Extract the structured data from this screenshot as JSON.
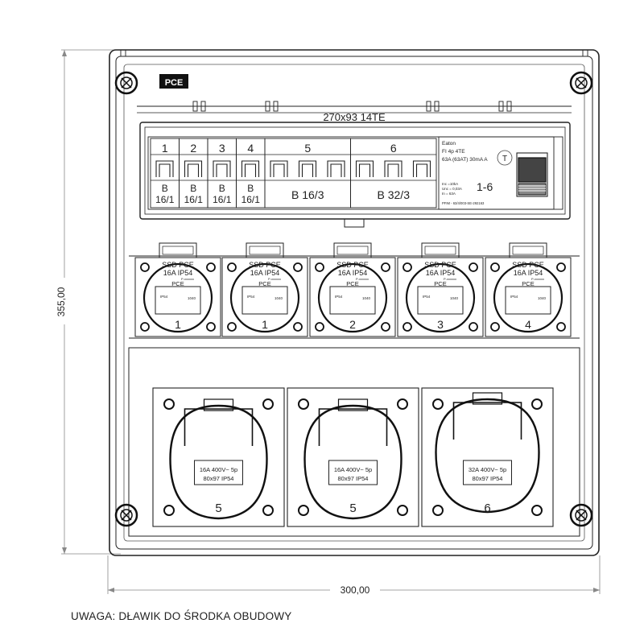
{
  "brand": "PCE",
  "enclosure": {
    "size_label": "270x93 14TE",
    "dim_height": "355,00",
    "dim_width": "300,00"
  },
  "breakers": [
    {
      "number": "1",
      "rating": [
        "B",
        "16/1"
      ]
    },
    {
      "number": "2",
      "rating": [
        "B",
        "16/1"
      ]
    },
    {
      "number": "3",
      "rating": [
        "B",
        "16/1"
      ]
    },
    {
      "number": "4",
      "rating": [
        "B",
        "16/1"
      ]
    },
    {
      "number": "5",
      "rating": [
        "B 16/3"
      ]
    },
    {
      "number": "6",
      "rating": [
        "B 32/3"
      ]
    }
  ],
  "rcd": {
    "lines": [
      "Eaton",
      "FI 4p 4TE",
      "63A (63AT) 30mA A"
    ],
    "group": "1-6",
    "spec_lines": [
      "Inc =10kA",
      "Unc = 0,03A",
      "In = 63A"
    ],
    "part": "PFIM - 63/4/003-SE-292163",
    "test_label": "T"
  },
  "sockets_small": [
    {
      "circuit": "1"
    },
    {
      "circuit": "1"
    },
    {
      "circuit": "2"
    },
    {
      "circuit": "3"
    },
    {
      "circuit": "4"
    }
  ],
  "socket_small_text": {
    "maker": "SSD PCE",
    "rating": "16A IP54",
    "sub": "P-xxxxxx",
    "logo": "PCE",
    "left": "IP54",
    "right": "1040"
  },
  "sockets_cee": [
    {
      "circuit": "5",
      "label_line1": "16A 400V~ 5p",
      "label_line2": "80x97 IP54"
    },
    {
      "circuit": "5",
      "label_line1": "16A 400V~ 5p",
      "label_line2": "80x97 IP54"
    },
    {
      "circuit": "6",
      "label_line1": "32A 400V~ 5p",
      "label_line2": "80x97 IP54"
    }
  ],
  "note": "UWAGA: DŁAWIK DO ŚRODKA OBUDOWY"
}
